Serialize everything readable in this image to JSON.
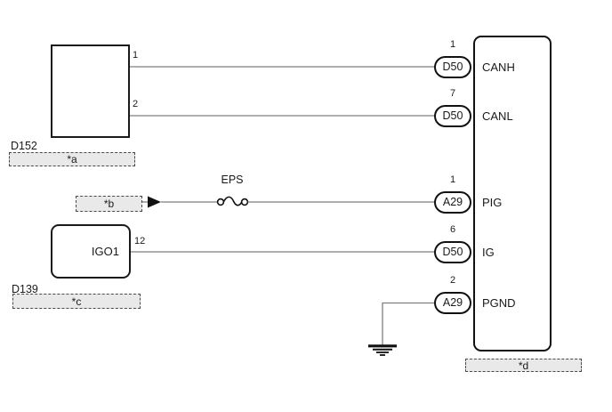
{
  "diagram": {
    "module_a": {
      "connector_code": "D152",
      "caption": "*a",
      "pins": [
        {
          "number": "1"
        },
        {
          "number": "2"
        }
      ]
    },
    "power_feed": {
      "caption": "*b"
    },
    "fuse": {
      "name": "EPS"
    },
    "module_b": {
      "connector_code": "D139",
      "label": "IGO1",
      "caption": "*c",
      "pin": {
        "number": "12"
      }
    },
    "ecu": {
      "caption": "*d",
      "terminals": [
        {
          "pin": "1",
          "connector": "D50",
          "signal": "CANH"
        },
        {
          "pin": "7",
          "connector": "D50",
          "signal": "CANL"
        },
        {
          "pin": "1",
          "connector": "A29",
          "signal": "PIG"
        },
        {
          "pin": "6",
          "connector": "D50",
          "signal": "IG"
        },
        {
          "pin": "2",
          "connector": "A29",
          "signal": "PGND"
        }
      ]
    },
    "colors": {
      "wire": "#7f7f7f",
      "outline": "#111111",
      "caption_fill": "#e9e9e9"
    }
  }
}
